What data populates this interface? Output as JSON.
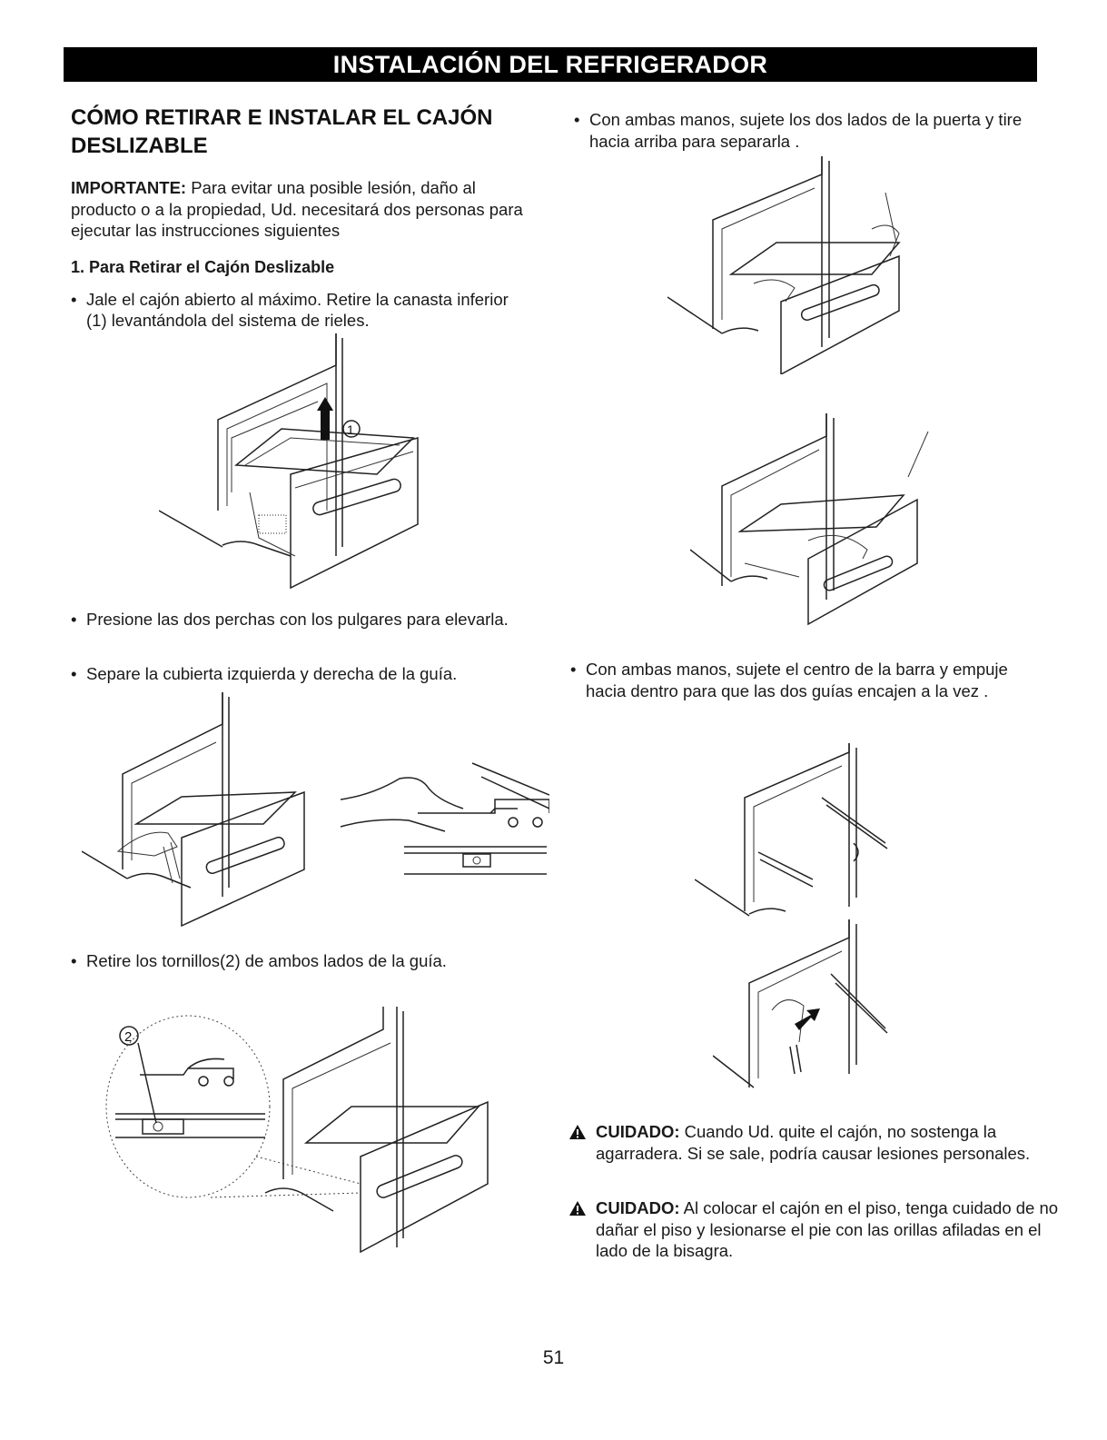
{
  "header": {
    "banner": "INSTALACIÓN DEL REFRIGERADOR"
  },
  "left": {
    "title_line1": "CÓMO RETIRAR E INSTALAR EL CAJÓN",
    "title_line2": "DESLIZABLE",
    "important_label": "IMPORTANTE:",
    "important_text": "Para evitar una posible lesión, daño al producto o a la propiedad, Ud. necesitará dos personas para ejecutar las instrucciones siguientes",
    "step1_heading": "1. Para Retirar el Cajón Deslizable",
    "bullet1": "Jale el cajón abierto al máximo. Retire la canasta inferior (1) levantándola del sistema de rieles.",
    "bullet2": "Presione las dos perchas con los pulgares para elevarla.",
    "bullet3": "Separe la cubierta izquierda y derecha de la guía.",
    "bullet4": "Retire los tornillos(2) de ambos lados de la guía.",
    "callout_1": "1",
    "callout_2": "2"
  },
  "right": {
    "bullet1": "Con ambas manos, sujete los dos lados de la puerta y tire hacia arriba para separarla .",
    "bullet2": "Con ambas manos, sujete el centro de la barra y empuje hacia dentro para que las dos guías encajen a la vez .",
    "caution1_label": "CUIDADO:",
    "caution1_text": "Cuando Ud. quite el cajón, no sostenga la agarradera. Si se sale, podría causar lesiones personales.",
    "caution2_label": "CUIDADO:",
    "caution2_text": "Al colocar el cajón en el piso, tenga cuidado de no dañar el piso y lesionarse el pie con las orillas afiladas en el lado de la bisagra."
  },
  "footer": {
    "page_number": "51"
  }
}
